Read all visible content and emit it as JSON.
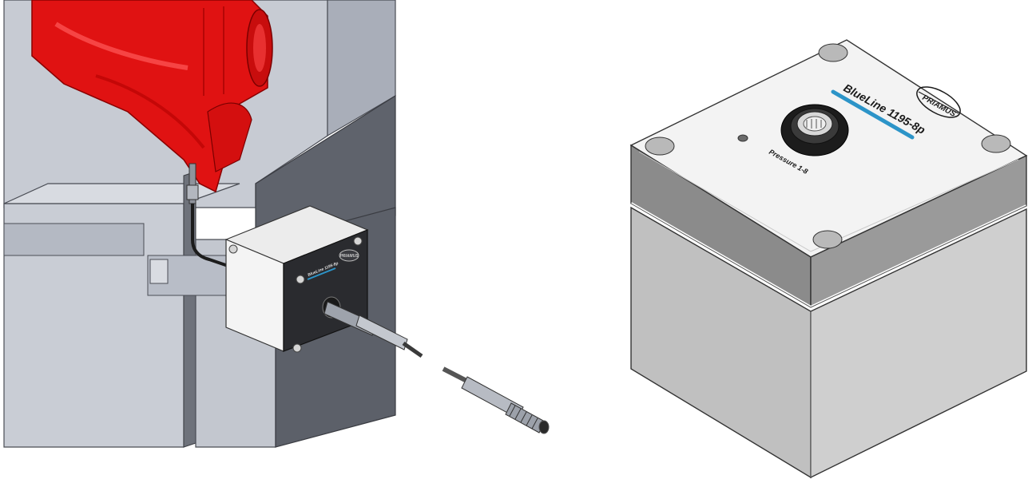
{
  "left_illustration": {
    "box_label": "BlueLine 1195-8p",
    "logo_text": "PRIAMUS"
  },
  "right_illustration": {
    "model_label": "BlueLine 1195-8p",
    "logo_text": "PRIAMUS",
    "channel_label": "Pressure 1-8"
  },
  "colors": {
    "mold_red": "#e01010",
    "steel_light": "#c4c8d0",
    "steel_mid": "#a6abb6",
    "steel_dark": "#5e626b",
    "box_top": "#f2f2f2",
    "box_band": "#8a8a8a",
    "accent_stripe": "#2c94c8"
  }
}
